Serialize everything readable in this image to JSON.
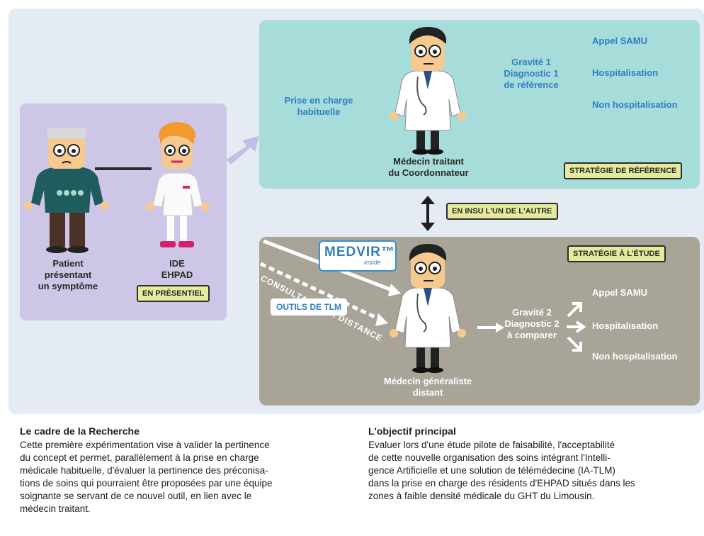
{
  "patient": {
    "label_lines": [
      "Patient",
      "présentant",
      "un symptôme"
    ]
  },
  "ide": {
    "label_lines": [
      "IDE",
      "EHPAD"
    ],
    "badge": "EN PRÉSENTIEL"
  },
  "reference": {
    "left_lines": [
      "Prise en charge",
      "habituelle"
    ],
    "doctor_lines": [
      "Médecin traitant",
      "du Coordonnateur"
    ],
    "middle_lines": [
      "Gravité 1",
      "Diagnostic 1",
      "de référence"
    ],
    "outcomes": [
      "Appel SAMU",
      "Hospitalisation",
      "Non hospitalisation"
    ],
    "badge": "STRATÉGIE DE RÉFÉRENCE"
  },
  "link_badge": "EN INSU L'UN DE L'AUTRE",
  "study": {
    "badge": "STRATÉGIE À L'ÉTUDE",
    "medvir_word": "MEDVIR™",
    "medvir_inside": "inside",
    "consult_label": "CONSULTATION À DISTANCE",
    "tools_label": "OUTILS DE TLM",
    "doctor_lines": [
      "Médecin généraliste",
      "distant"
    ],
    "middle_lines": [
      "Gravité 2",
      "Diagnostic 2",
      "à comparer"
    ],
    "outcomes": [
      "Appel SAMU",
      "Hospitalisation",
      "Non hospitalisation"
    ]
  },
  "framework": {
    "heading": "Le cadre de la Recherche",
    "lines": [
      "Cette première expérimentation vise à valider la pertinence",
      "du concept et permet, parallèlement à la prise en charge",
      "médicale habituelle, d'évaluer la pertinence des préconisa-",
      "tions de soins qui pourraient être proposées par une équipe",
      "soignante se servant de ce nouvel outil, en lien avec le",
      "médecin traitant."
    ]
  },
  "objective": {
    "heading": "L'objectif principal",
    "lines": [
      "Evaluer lors d'une étude pilote de faisabilité, l'acceptabilité",
      "de cette nouvelle organisation des soins intégrant l'Intelli-",
      "gence Artificielle et une solution de télémédecine (IA-TLM)",
      "dans la prise en charge des résidents d'EHPAD situés dans les",
      "zones à faible densité médicale du GHT du Limousin."
    ]
  }
}
